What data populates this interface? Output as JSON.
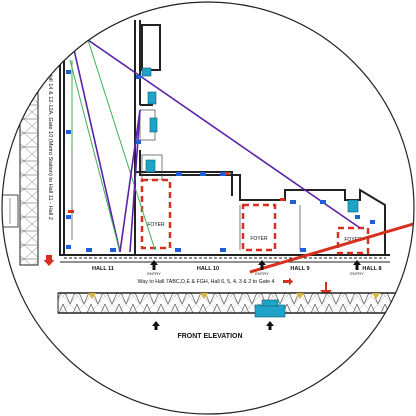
{
  "halls": [
    "HALL 11",
    "HALL 10",
    "HALL 9",
    "HALL 8"
  ],
  "entry_label": "ENTRY",
  "foyer_label": "FOYER",
  "left_gate_text": "Hall 14 & 12-12A, Gate 10 (Metro Station) to Hall 11 - Hall 2",
  "right_way_text": "Way to Hall 7ABC,D,E & FGH, Hall 6, 5, 4, 3 & 2 to Gate 4",
  "front_elevation": "FRONT ELEVATION",
  "colors": {
    "route_purple": "#5a22a8",
    "route_green": "#3fae5a",
    "red_arrow": "#d8301f",
    "wall": "#222222",
    "blue_marker": "#1f5fd6",
    "cyan_facility": "#1fa3c8"
  }
}
